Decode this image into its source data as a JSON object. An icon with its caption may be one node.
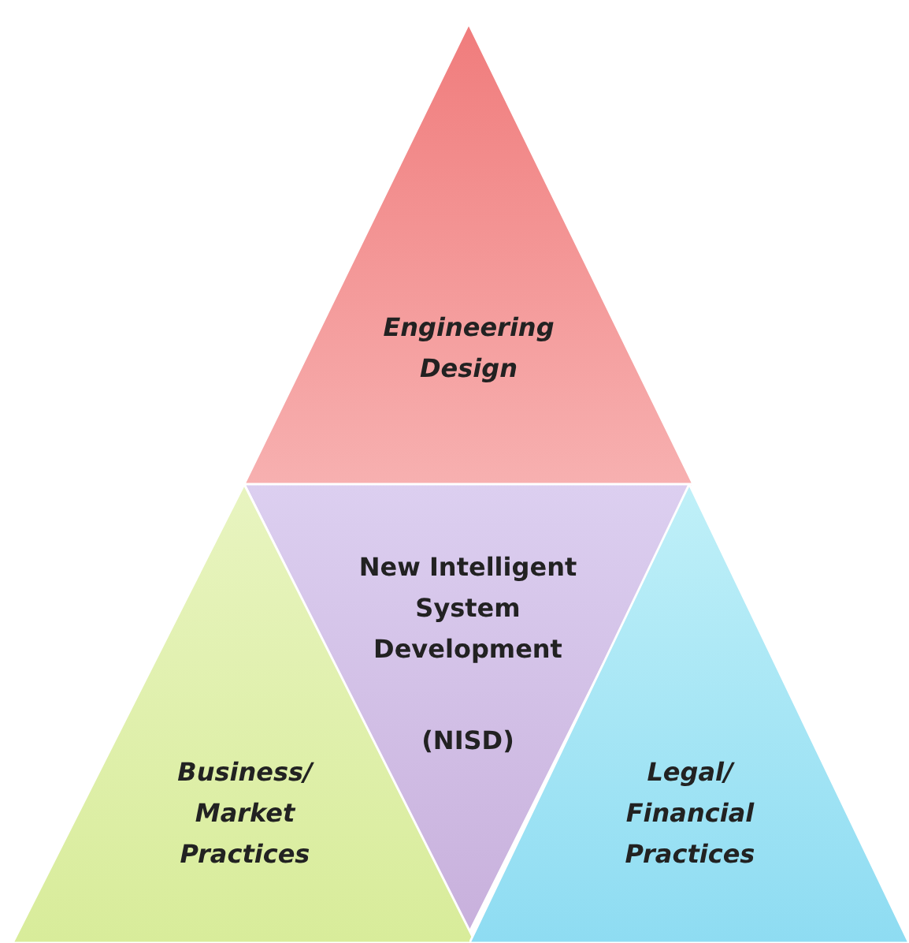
{
  "diagram": {
    "nodes": [
      {
        "text": [
          "Engineering Design"
        ]
      },
      {
        "text": [
          "New Intelligent System Development",
          "(NISD)"
        ]
      },
      {
        "text": [
          "Business/ Market Practices"
        ]
      },
      {
        "text": [
          "Legal/ Financial Practices"
        ]
      }
    ]
  }
}
